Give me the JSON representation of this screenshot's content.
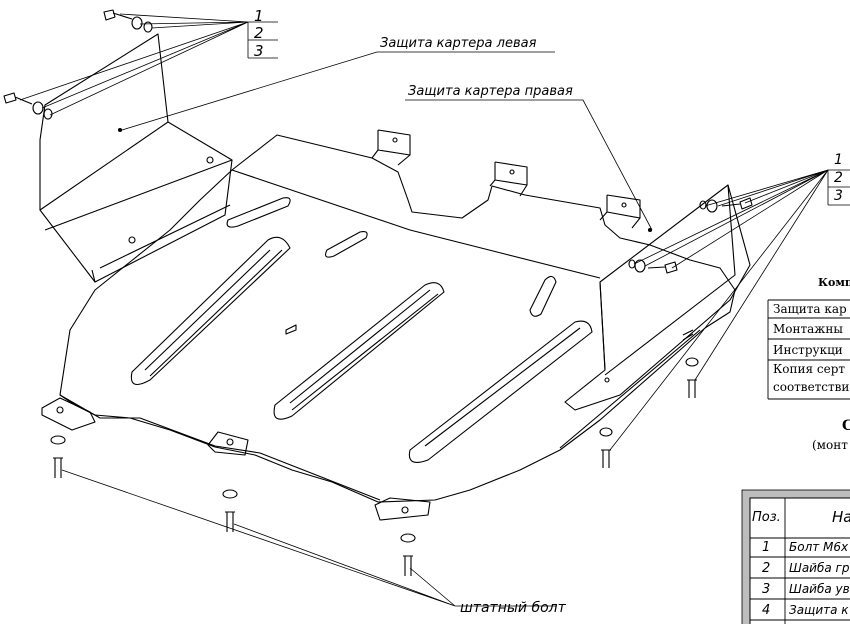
{
  "callouts": {
    "left_numbers": [
      "1",
      "2",
      "3"
    ],
    "right_numbers": [
      "1",
      "2",
      "3"
    ],
    "left_guard": "Защита картера левая",
    "right_guard": "Защита картера правая",
    "stock_bolt": "штатный болт"
  },
  "kit": {
    "title_partial": "Комп",
    "items_partial": [
      "Защита кар",
      "Монтажны",
      "Инструкци",
      "Копия серт",
      "соответстви"
    ]
  },
  "subsection": {
    "letter": "С",
    "note_partial": "(монт"
  },
  "spec_table": {
    "headers": [
      "Поз.",
      "На"
    ],
    "rows": [
      {
        "pos": "1",
        "name": "Болт М6х"
      },
      {
        "pos": "2",
        "name": "Шайба гро"
      },
      {
        "pos": "3",
        "name": "Шайба уве"
      },
      {
        "pos": "4",
        "name": "Защита к"
      }
    ]
  }
}
